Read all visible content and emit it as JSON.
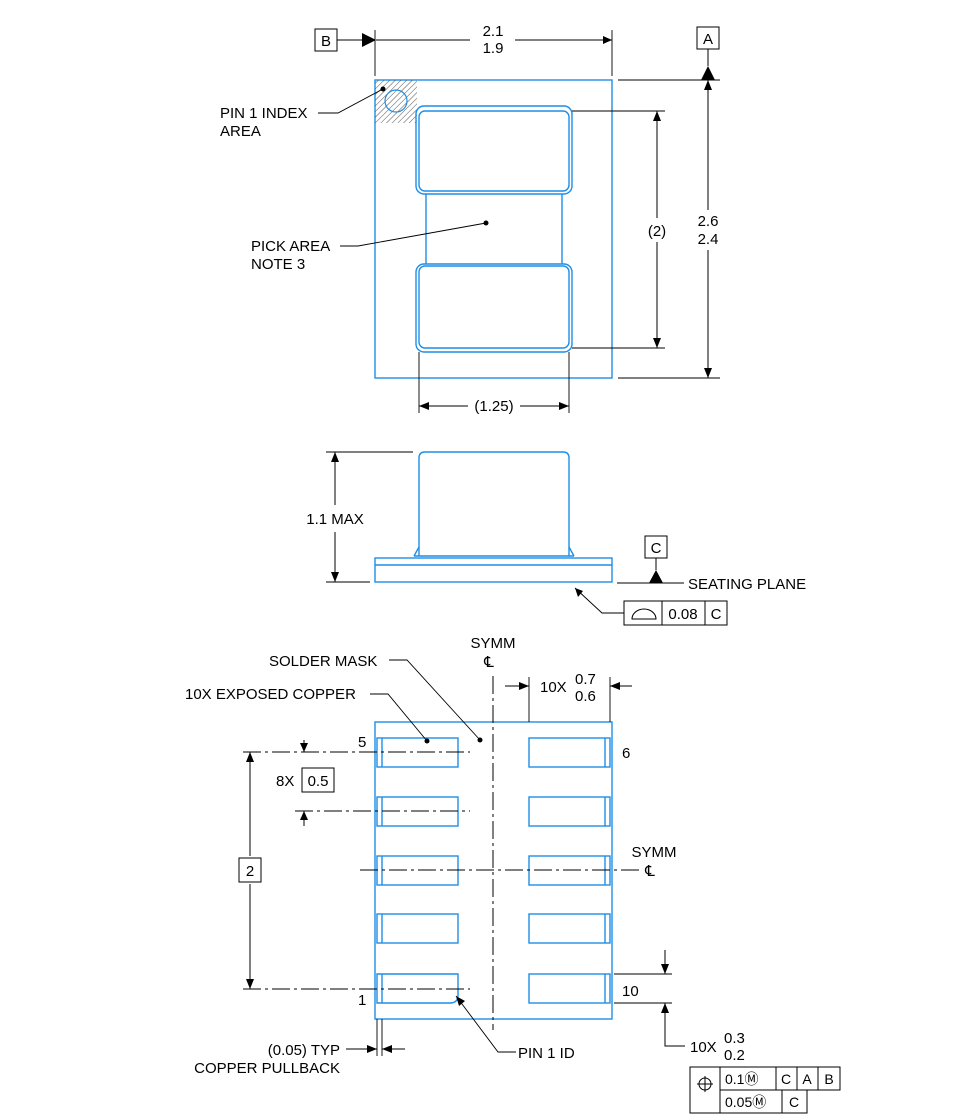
{
  "top_view": {
    "datum_b": "B",
    "datum_a": "A",
    "width_max": "2.1",
    "width_min": "1.9",
    "height_max": "2.6",
    "height_min": "2.4",
    "inner_height": "(2)",
    "inner_width": "(1.25)",
    "pin1_index_line1": "PIN 1 INDEX",
    "pin1_index_line2": "AREA",
    "pick_area_line1": "PICK AREA",
    "pick_area_line2": "NOTE 3"
  },
  "side_view": {
    "height": "1.1 MAX",
    "datum_c": "C",
    "seating_plane": "SEATING PLANE",
    "flatness_value": "0.08",
    "flatness_datum": "C"
  },
  "bottom_view": {
    "symm": "SYMM",
    "centerline_symbol": "℄",
    "solder_mask": "SOLDER MASK",
    "exposed_copper": "10X EXPOSED COPPER",
    "pad_width_prefix": "10X",
    "pad_width_max": "0.7",
    "pad_width_min": "0.6",
    "pin5": "5",
    "pin6": "6",
    "pin1": "1",
    "pin10": "10",
    "pitch_prefix": "8X",
    "pitch": "0.5",
    "span": "2",
    "pad_height_prefix": "10X",
    "pad_height_max": "0.3",
    "pad_height_min": "0.2",
    "copper_pullback_line1": "(0.05) TYP",
    "copper_pullback_line2": "COPPER PULLBACK",
    "pin1_id": "PIN 1 ID",
    "fcf_row1": [
      "0.1Ⓜ",
      "C",
      "A",
      "B"
    ],
    "fcf_row2": [
      "0.05Ⓜ",
      "C"
    ]
  }
}
